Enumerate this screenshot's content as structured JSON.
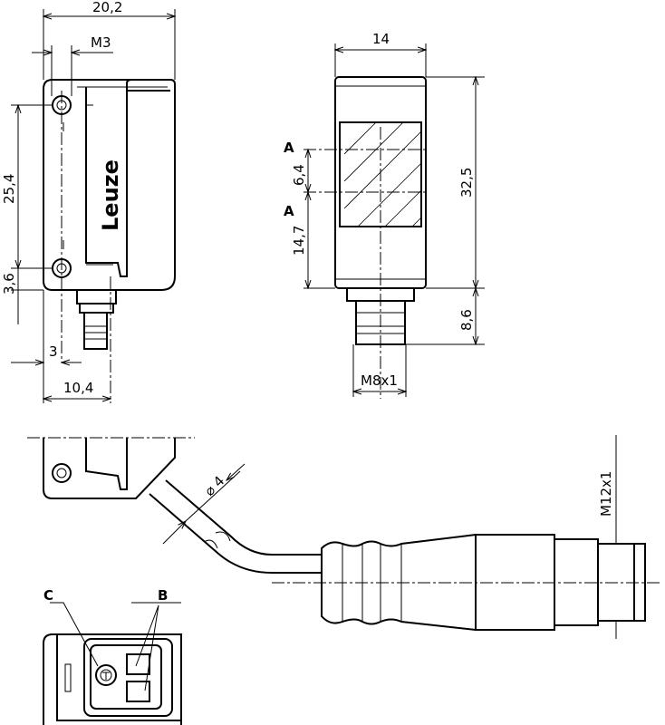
{
  "drawing": {
    "brand_logo": "Leuze",
    "side_view": {
      "width_dim": "20,2",
      "thread_dim": "M3",
      "hole_spacing_dim": "25,4",
      "hole_offset_dim": "3,6",
      "edge_offset_dim": "3",
      "connector_offset_dim": "10,4"
    },
    "front_view": {
      "width_dim": "14",
      "height_dim": "32,5",
      "optical_axis_label_1": "A",
      "optical_axis_label_2": "A",
      "axis_spacing_dim": "6,4",
      "axis_height_dim": "14,7",
      "connector_length_dim": "8,6",
      "connector_thread": "M8x1"
    },
    "cable_view": {
      "cable_diameter_dim": "⌀ 4",
      "connector_thread": "M12x1"
    },
    "rear_view": {
      "label_c": "C",
      "label_b": "B"
    }
  }
}
